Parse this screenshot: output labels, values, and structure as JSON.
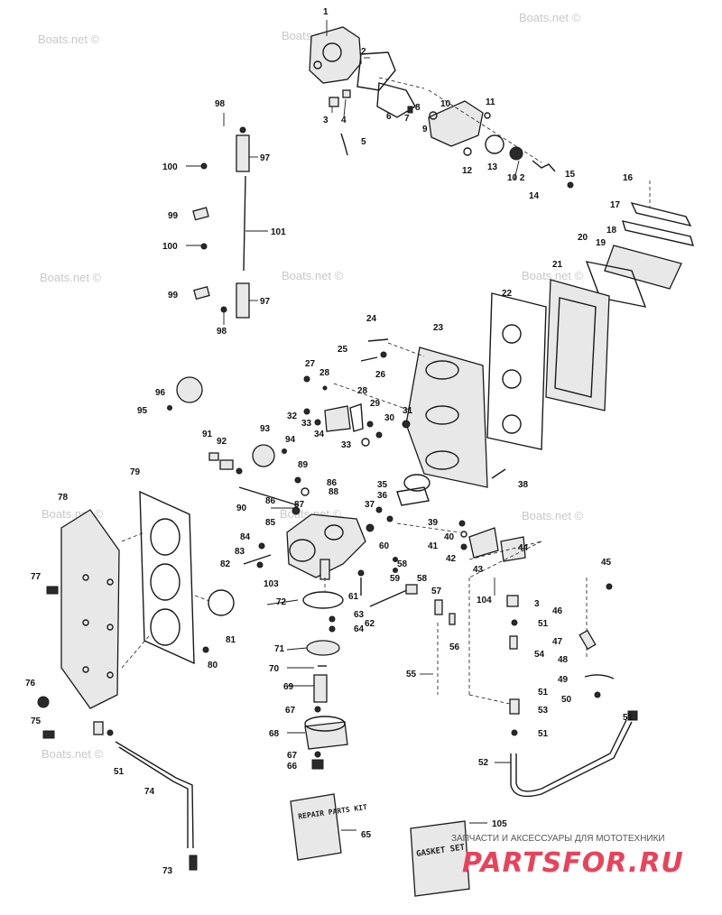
{
  "watermark": "Boats.net ©",
  "brand": {
    "tagline": "ЗАПЧАСТИ И АКСЕССУАРЫ ДЛЯ МОТОТЕХНИКИ",
    "logo": "PARTSFOR.RU",
    "color": "#e8435a"
  },
  "boxes": {
    "repair_kit": "REPAIR PARTS KIT",
    "gasket_set": "GASKET SET"
  },
  "callouts": [
    "1",
    "2",
    "3",
    "4",
    "5",
    "6",
    "7",
    "8",
    "9",
    "10",
    "11",
    "12",
    "13",
    "10 2",
    "14",
    "15",
    "16",
    "17",
    "18",
    "19",
    "20",
    "21",
    "22",
    "23",
    "24",
    "25",
    "26",
    "27",
    "28",
    "28",
    "29",
    "30",
    "31",
    "32",
    "33",
    "33",
    "34",
    "35",
    "36",
    "37",
    "38",
    "39",
    "40",
    "41",
    "42",
    "43",
    "44",
    "45",
    "46",
    "47",
    "48",
    "49",
    "50",
    "51",
    "51",
    "51",
    "51",
    "51",
    "52",
    "53",
    "54",
    "55",
    "56",
    "57",
    "58",
    "58",
    "59",
    "60",
    "61",
    "62",
    "63",
    "64",
    "65",
    "66",
    "67",
    "67",
    "68",
    "69",
    "70",
    "71",
    "72",
    "73",
    "74",
    "75",
    "76",
    "77",
    "78",
    "79",
    "80",
    "81",
    "82",
    "83",
    "84",
    "85",
    "86",
    "86",
    "87",
    "88",
    "89",
    "90",
    "91",
    "92",
    "93",
    "94",
    "95",
    "96",
    "97",
    "97",
    "98",
    "98",
    "99",
    "99",
    "100",
    "100",
    "101",
    "103",
    "104",
    "105",
    "3"
  ]
}
